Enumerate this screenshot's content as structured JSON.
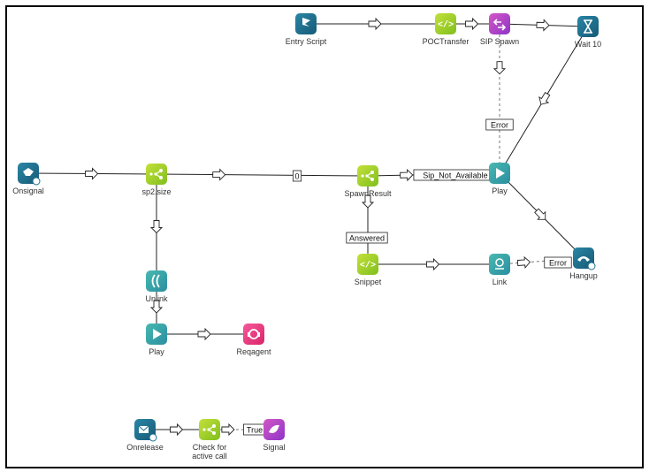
{
  "nodes": [
    {
      "id": "entry",
      "label": "Entry Script",
      "icon": "flag-icon",
      "color": "teal-blue"
    },
    {
      "id": "poc",
      "label": "POCTransfer",
      "icon": "code-icon",
      "color": "lime"
    },
    {
      "id": "sipspawn",
      "label": "SIP Spawn",
      "icon": "spawn-icon",
      "color": "purple"
    },
    {
      "id": "wait",
      "label": "Wait 10",
      "icon": "hourglass-icon",
      "color": "teal-blue"
    },
    {
      "id": "onsignal",
      "label": "Onsignal",
      "icon": "signal-event-icon",
      "color": "teal-blue"
    },
    {
      "id": "sp2",
      "label": "sp2.size",
      "icon": "branch-icon",
      "color": "lime"
    },
    {
      "id": "spawnresult",
      "label": "SpawnResult",
      "icon": "branch-icon",
      "color": "lime"
    },
    {
      "id": "play1",
      "label": "Play",
      "icon": "play-icon",
      "color": "teal"
    },
    {
      "id": "hangup",
      "label": "Hangup",
      "icon": "phone-hangup-icon",
      "color": "teal-blue"
    },
    {
      "id": "snippet",
      "label": "Snippet",
      "icon": "code-icon",
      "color": "lime"
    },
    {
      "id": "link",
      "label": "Link",
      "icon": "link-icon",
      "color": "teal"
    },
    {
      "id": "unlink",
      "label": "Unlink",
      "icon": "unlink-icon",
      "color": "teal"
    },
    {
      "id": "play2",
      "label": "Play",
      "icon": "play-icon",
      "color": "teal"
    },
    {
      "id": "reqagent",
      "label": "Reqagent",
      "icon": "headset-icon",
      "color": "pink"
    },
    {
      "id": "onrelease",
      "label": "Onrelease",
      "icon": "mail-event-icon",
      "color": "teal-blue"
    },
    {
      "id": "check",
      "label": "Check for active call",
      "label_lines": [
        "Check for",
        "active call"
      ],
      "icon": "branch-icon",
      "color": "lime"
    },
    {
      "id": "signal",
      "label": "Signal",
      "icon": "signal-icon",
      "color": "purple"
    }
  ],
  "edges": [
    {
      "from": "entry",
      "to": "poc"
    },
    {
      "from": "poc",
      "to": "sipspawn"
    },
    {
      "from": "sipspawn",
      "to": "wait"
    },
    {
      "from": "sipspawn",
      "to": "play1",
      "label": "Error",
      "dashed": true
    },
    {
      "from": "wait",
      "to": "play1"
    },
    {
      "from": "onsignal",
      "to": "sp2"
    },
    {
      "from": "sp2",
      "to": "spawnresult",
      "label": "0"
    },
    {
      "from": "spawnresult",
      "to": "play1",
      "label": "Sip_Not_Available"
    },
    {
      "from": "play1",
      "to": "hangup"
    },
    {
      "from": "spawnresult",
      "to": "snippet",
      "label": "Answered"
    },
    {
      "from": "snippet",
      "to": "link"
    },
    {
      "from": "link",
      "to": "hangup",
      "label": "Error",
      "dashed": true
    },
    {
      "from": "sp2",
      "to": "unlink"
    },
    {
      "from": "unlink",
      "to": "play2"
    },
    {
      "from": "play2",
      "to": "reqagent"
    },
    {
      "from": "onrelease",
      "to": "check"
    },
    {
      "from": "check",
      "to": "signal",
      "label": "True",
      "dashed": true
    }
  ],
  "colors": {
    "teal-blue": "#1e6f8e",
    "lime": "#9ccc2a",
    "purple": "#b23fc4",
    "teal": "#3aa9a2",
    "pink": "#e83580",
    "frame": "#000000"
  }
}
